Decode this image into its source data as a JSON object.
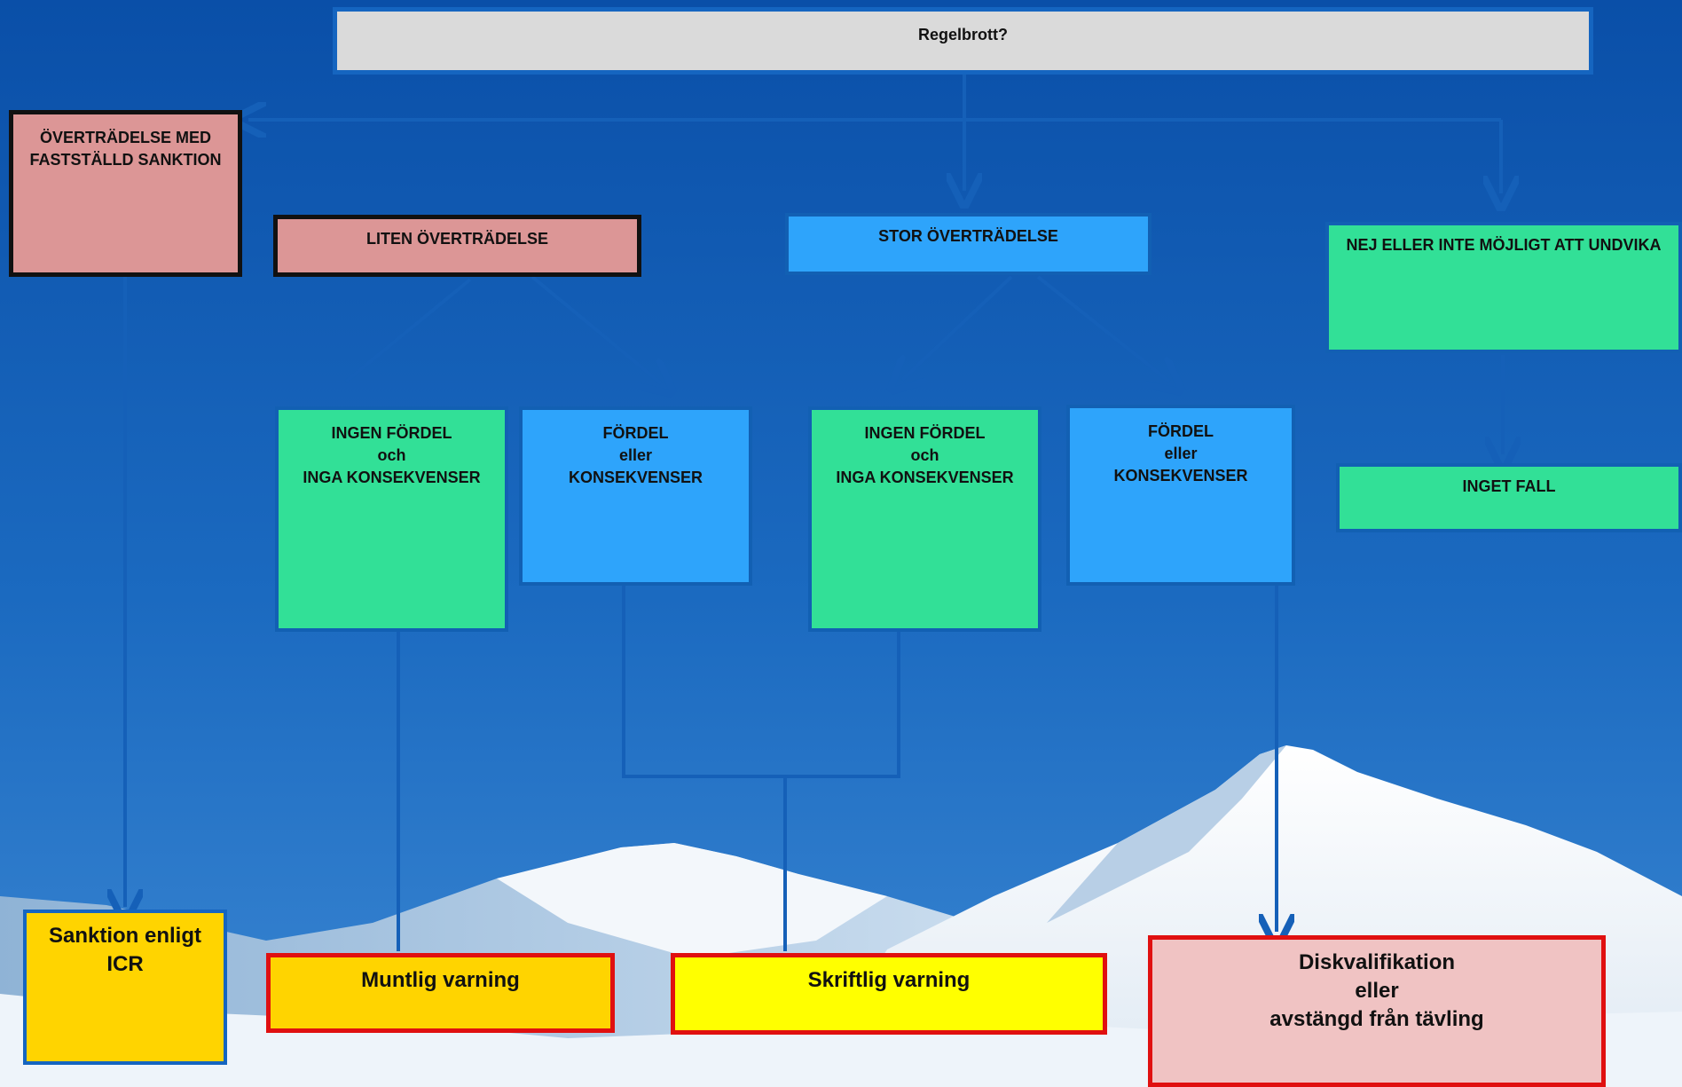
{
  "title": "Regelbrott?",
  "boxes": {
    "overtradelse_med_sanktion": [
      "ÖVERTRÄDELSE MED",
      "FASTSTÄLLD SANKTION"
    ],
    "liten_overtradelse": "LITEN ÖVERTRÄDELSE",
    "stor_overtradelse": "STOR ÖVERTRÄDELSE",
    "nej_eller_inte": "NEJ ELLER INTE MÖJLIGT ATT UNDVIKA",
    "inget_fall": "INGET FALL",
    "ingen_fordel_1": [
      "INGEN FÖRDEL",
      "och",
      "INGA KONSEKVENSER"
    ],
    "fordel_1": [
      "FÖRDEL",
      "eller",
      "KONSEKVENSER"
    ],
    "ingen_fordel_2": [
      "INGEN FÖRDEL",
      "och",
      "INGA KONSEKVENSER"
    ],
    "fordel_2": [
      "FÖRDEL",
      "eller",
      "KONSEKVENSER"
    ]
  },
  "outcomes": {
    "sanktion_icr": [
      "Sanktion enligt",
      "ICR"
    ],
    "muntlig_varning": "Muntlig varning",
    "skriftlig_varning": "Skriftlig varning",
    "diskvalifikation": [
      "Diskvalifikation",
      "eller",
      "avstängd från tävling"
    ]
  },
  "colors": {
    "sky_top": "#0a4fa8",
    "sky_bottom": "#2f7fd0",
    "arrow": "#1560b8",
    "pink_box": "#dc9696",
    "blue_box": "#2ea4fb",
    "green_box": "#32e097",
    "grey_box": "#dadada",
    "gold_box": "#ffd400",
    "yellow_box": "#ffff00",
    "rose_box": "#f0c3c3",
    "red_border": "#e01010"
  }
}
